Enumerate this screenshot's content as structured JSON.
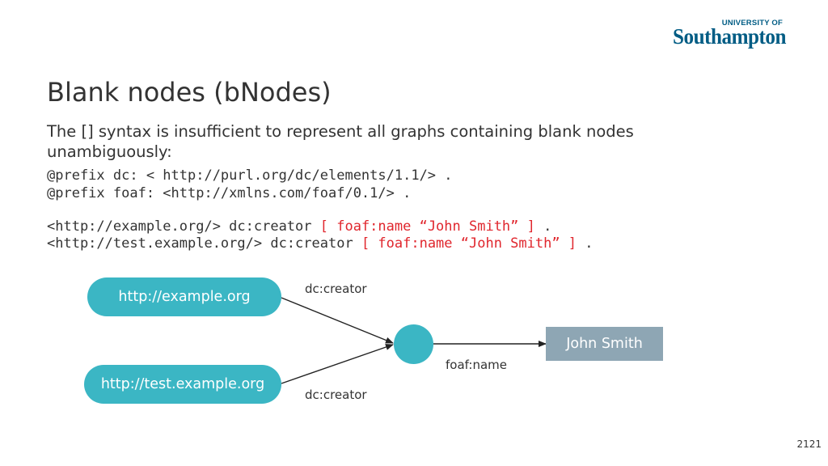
{
  "logo": {
    "top_text": "UNIVERSITY OF",
    "main_text": "Southampton"
  },
  "slide": {
    "title": "Blank nodes (bNodes)",
    "intro": "The [] syntax is insufficient to represent all graphs containing blank nodes unambiguously:",
    "code": {
      "line1": "@prefix dc: < http://purl.org/dc/elements/1.1/> .",
      "line2": "@prefix foaf: <http://xmlns.com/foaf/0.1/> .",
      "line3_pre": "<http://example.org/> dc:creator ",
      "line3_hl": "[ foaf:name “John Smith” ]",
      "line3_post": " .",
      "line4_pre": "<http://test.example.org/> dc:creator ",
      "line4_hl": "[ foaf:name “John Smith” ]",
      "line4_post": " ."
    },
    "page_number": "2121"
  },
  "diagram": {
    "nodes": {
      "example": "http://example.org",
      "test_example": "http://test.example.org",
      "literal": "John Smith"
    },
    "edges": {
      "creator_top": "dc:creator",
      "creator_bottom": "dc:creator",
      "name": "foaf:name"
    }
  },
  "colors": {
    "node_fill": "#3bb6c4",
    "literal_fill": "#8ea6b4",
    "highlight": "#e0262d",
    "logo": "#005c84"
  }
}
